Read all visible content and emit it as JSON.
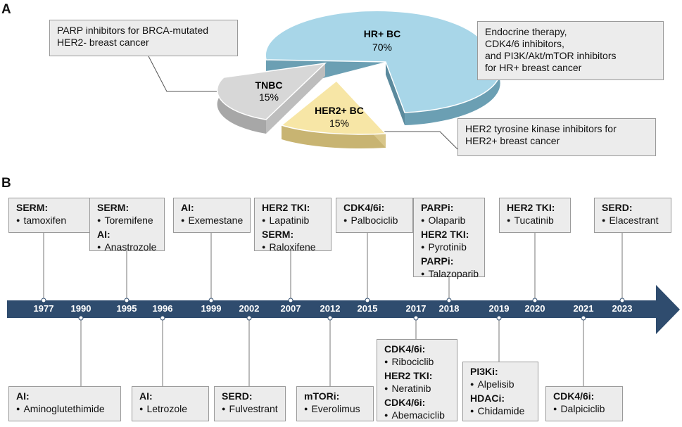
{
  "panel_a": {
    "label": "A",
    "segments": [
      {
        "key": "hr",
        "name": "HR+ BC",
        "percent": "70%",
        "color": "#a8d6e8",
        "side": "#6b9fb3"
      },
      {
        "key": "tnbc",
        "name": "TNBC",
        "percent": "15%",
        "color": "#d7d7d7",
        "side": "#a7a7a7"
      },
      {
        "key": "her2",
        "name": "HER2+ BC",
        "percent": "15%",
        "color": "#f7e6a6",
        "side": "#c8b472"
      }
    ],
    "callouts": {
      "parp": "PARP inhibitors for BRCA-mutated\nHER2- breast cancer",
      "endocrine": "Endocrine therapy,\nCDK4/6 inhibitors,\nand PI3K/Akt/mTOR inhibitors\nfor HR+ breast cancer",
      "her2_tki": "HER2 tyrosine kinase inhibitors for\nHER2+ breast cancer"
    }
  },
  "panel_b": {
    "label": "B",
    "arrow_color": "#2f4c6e",
    "years": [
      "1977",
      "1990",
      "1995",
      "1996",
      "1999",
      "2002",
      "2007",
      "2012",
      "2015",
      "2017",
      "2018",
      "2019",
      "2020",
      "2021",
      "2023"
    ],
    "top_boxes": [
      {
        "year": "1977",
        "groups": [
          {
            "cat": "SERM:",
            "items": [
              "tamoxifen"
            ]
          }
        ]
      },
      {
        "year": "1995",
        "groups": [
          {
            "cat": "SERM:",
            "items": [
              "Toremifene"
            ]
          },
          {
            "cat": "AI:",
            "items": [
              "Anastrozole"
            ]
          }
        ]
      },
      {
        "year": "1999",
        "groups": [
          {
            "cat": "AI:",
            "items": [
              "Exemestane"
            ]
          }
        ]
      },
      {
        "year": "2007",
        "groups": [
          {
            "cat": "HER2 TKI:",
            "items": [
              "Lapatinib"
            ]
          },
          {
            "cat": "SERM:",
            "items": [
              "Raloxifene"
            ]
          }
        ]
      },
      {
        "year": "2015",
        "groups": [
          {
            "cat": "CDK4/6i:",
            "items": [
              "Palbociclib"
            ]
          }
        ]
      },
      {
        "year": "2018",
        "groups": [
          {
            "cat": "PARPi:",
            "items": [
              "Olaparib"
            ]
          },
          {
            "cat": "HER2 TKI:",
            "items": [
              "Pyrotinib"
            ]
          },
          {
            "cat": "PARPi:",
            "items": [
              "Talazoparib"
            ]
          }
        ]
      },
      {
        "year": "2020",
        "groups": [
          {
            "cat": "HER2 TKI:",
            "items": [
              "Tucatinib"
            ]
          }
        ]
      },
      {
        "year": "2023",
        "groups": [
          {
            "cat": "SERD:",
            "items": [
              "Elacestrant"
            ]
          }
        ]
      }
    ],
    "bottom_boxes": [
      {
        "year": "1990",
        "groups": [
          {
            "cat": "AI:",
            "items": [
              "Aminoglutethimide"
            ]
          }
        ]
      },
      {
        "year": "1996",
        "groups": [
          {
            "cat": "AI:",
            "items": [
              "Letrozole"
            ]
          }
        ]
      },
      {
        "year": "2002",
        "groups": [
          {
            "cat": "SERD:",
            "items": [
              "Fulvestrant"
            ]
          }
        ]
      },
      {
        "year": "2012",
        "groups": [
          {
            "cat": "mTORi:",
            "items": [
              "Everolimus"
            ]
          }
        ]
      },
      {
        "year": "2017",
        "groups": [
          {
            "cat": "CDK4/6i:",
            "items": [
              "Ribociclib"
            ]
          },
          {
            "cat": "HER2 TKI:",
            "items": [
              "Neratinib"
            ]
          },
          {
            "cat": "CDK4/6i:",
            "items": [
              "Abemaciclib"
            ]
          }
        ]
      },
      {
        "year": "2019",
        "groups": [
          {
            "cat": "PI3Ki:",
            "items": [
              "Alpelisib"
            ]
          },
          {
            "cat": "HDACi:",
            "items": [
              "Chidamide"
            ]
          }
        ]
      },
      {
        "year": "2021",
        "groups": [
          {
            "cat": "CDK4/6i:",
            "items": [
              "Dalpiciclib"
            ]
          }
        ]
      }
    ]
  }
}
